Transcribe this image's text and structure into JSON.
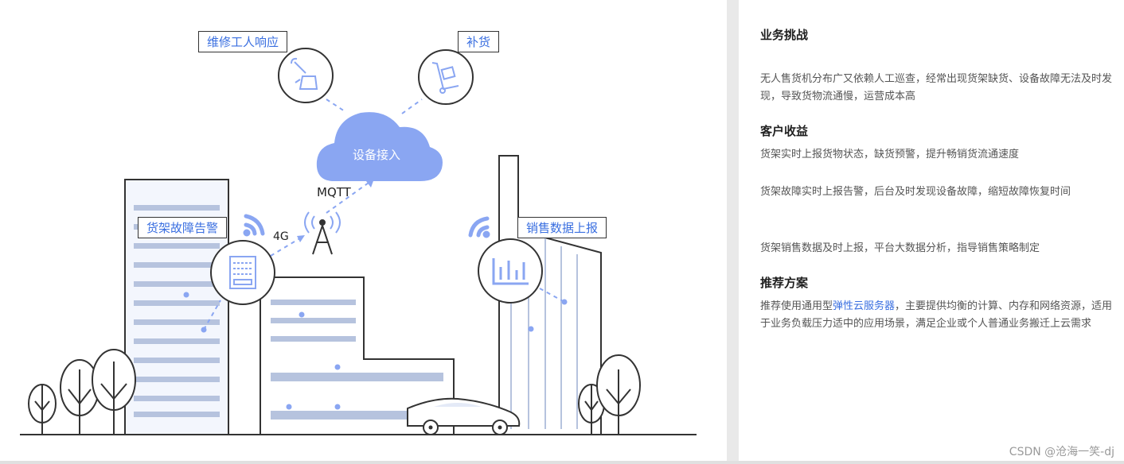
{
  "illustration": {
    "cloud_label": "设备接入",
    "protocol_label": "MQTT",
    "network_label": "4G",
    "callout_repair": "维修工人响应",
    "callout_restock": "补货",
    "callout_fault_alarm": "货架故障告警",
    "callout_sales_report": "销售数据上报",
    "colors": {
      "accent": "#8aa6f2",
      "line": "#333333",
      "label_text": "#3a6fe0"
    }
  },
  "panel": {
    "section1": {
      "title": "业务挑战",
      "text": "无人售货机分布广又依赖人工巡查，经常出现货架缺货、设备故障无法及时发现，导致货物流通慢，运营成本高"
    },
    "section2": {
      "title": "客户收益",
      "items": [
        "货架实时上报货物状态，缺货预警，提升畅销货流通速度",
        "货架故障实时上报告警，后台及时发现设备故障，缩短故障恢复时间",
        "货架销售数据及时上报，平台大数据分析，指导销售策略制定"
      ]
    },
    "section3": {
      "title": "推荐方案",
      "text_before": "推荐使用通用型",
      "link": "弹性云服务器",
      "text_after": "，主要提供均衡的计算、内存和网络资源，适用于业务负载压力适中的应用场景，满足企业或个人普通业务搬迁上云需求"
    }
  },
  "watermark": "CSDN @沧海一笑-dj"
}
